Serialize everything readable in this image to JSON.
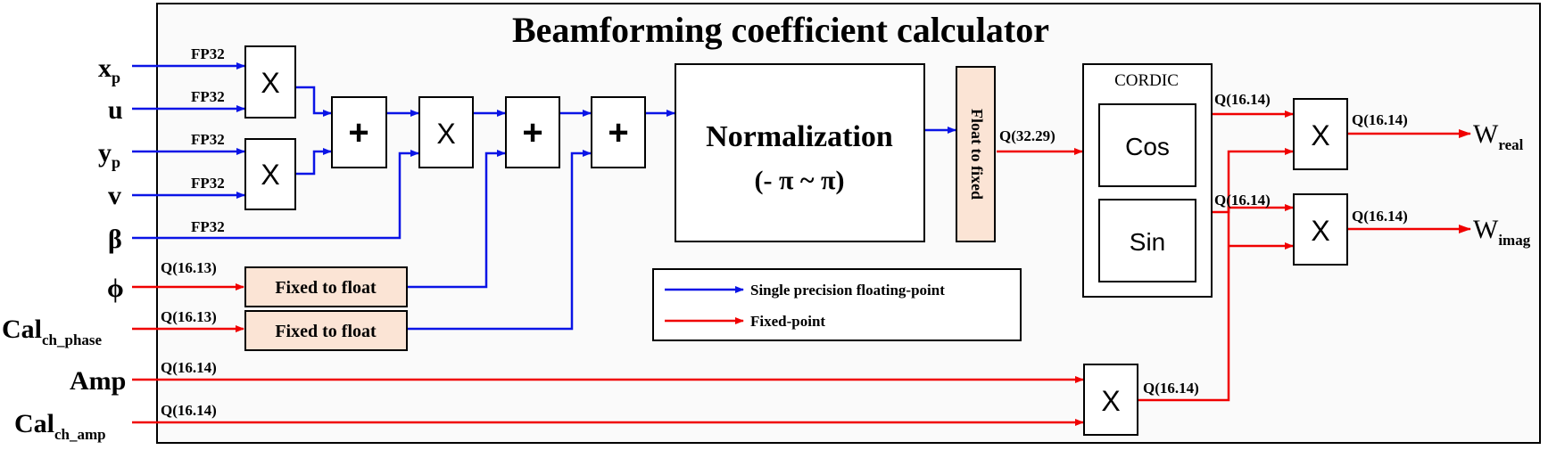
{
  "title": "Beamforming coefficient calculator",
  "inputs": {
    "xp": {
      "base": "x",
      "sub": "p"
    },
    "u": {
      "base": "u"
    },
    "yp": {
      "base": "y",
      "sub": "p"
    },
    "v": {
      "base": "v"
    },
    "beta": {
      "base": "β"
    },
    "phi": {
      "base": "ϕ"
    },
    "cal_phase": {
      "base": "Cal",
      "sub": "ch_phase"
    },
    "amp": {
      "base": "Amp"
    },
    "cal_amp": {
      "base": "Cal",
      "sub": "ch_amp"
    }
  },
  "outputs": {
    "w_real": {
      "base": "W",
      "sub": "real"
    },
    "w_imag": {
      "base": "W",
      "sub": "imag"
    }
  },
  "signal_labels": {
    "fp32": "FP32",
    "q1613": "Q(16.13)",
    "q1614": "Q(16.14)",
    "q3229": "Q(32.29)"
  },
  "blocks": {
    "multiply": "X",
    "add": "+",
    "normalization": "Normalization",
    "normalization_range": "(- π ~ π)",
    "float_to_fixed": "Float to fixed",
    "fixed_to_float": "Fixed to float",
    "cordic": "CORDIC",
    "cos": "Cos",
    "sin": "Sin"
  },
  "legend": {
    "floating": "Single precision floating-point",
    "fixed": "Fixed-point"
  },
  "colors": {
    "floating_line": "#0a14e6",
    "fixed_line": "#f00000",
    "converter_fill": "#fbe4d5",
    "panel_fill": "#fafafa"
  }
}
